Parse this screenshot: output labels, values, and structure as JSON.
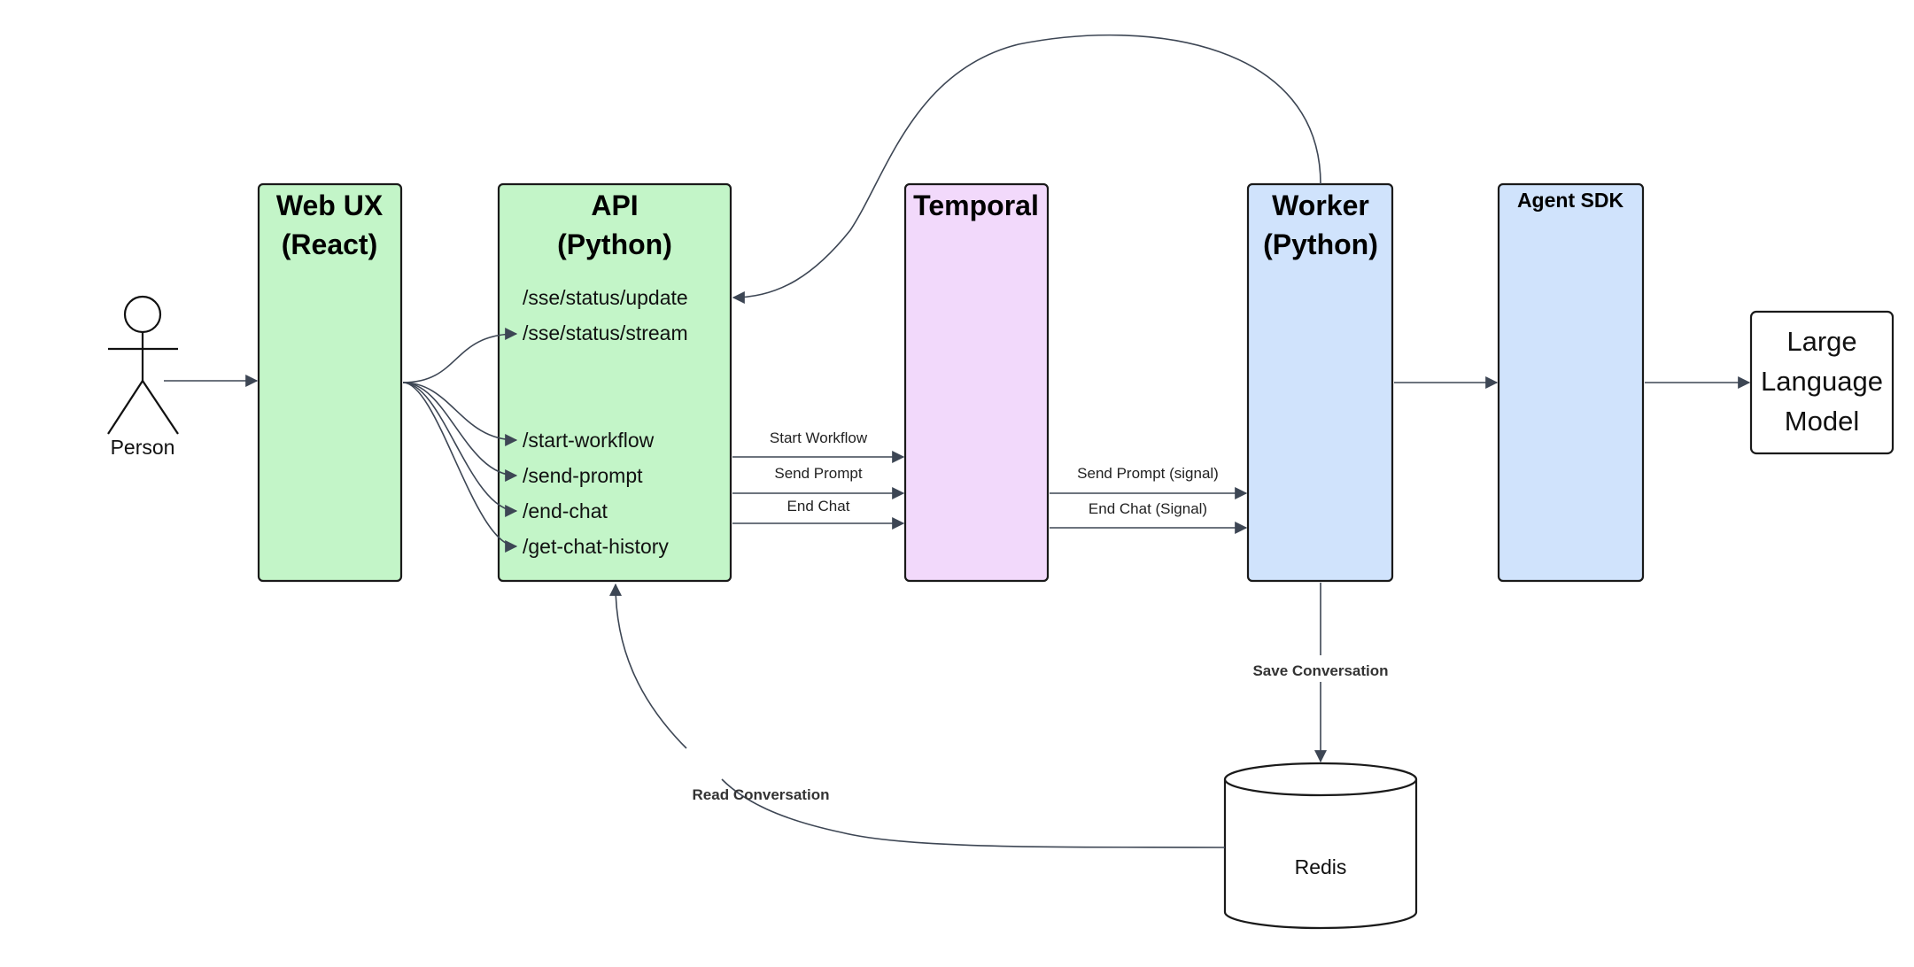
{
  "diagram": {
    "person": {
      "label": "Person"
    },
    "boxes": {
      "web_ux": {
        "title_line1": "Web UX",
        "title_line2": "(React)",
        "fill": "#c3f5c8"
      },
      "api": {
        "title_line1": "API",
        "title_line2": "(Python)",
        "fill": "#c3f5c8",
        "endpoints": [
          "/sse/status/update",
          "/sse/status/stream",
          "/start-workflow",
          "/send-prompt",
          "/end-chat",
          "/get-chat-history"
        ]
      },
      "temporal": {
        "title": "Temporal",
        "fill": "#f2d9fb"
      },
      "worker": {
        "title_line1": "Worker",
        "title_line2": "(Python)",
        "fill": "#d0e3fc"
      },
      "agent_sdk": {
        "title": "Agent SDK",
        "fill": "#d0e3fc"
      },
      "llm": {
        "line1": "Large",
        "line2": "Language",
        "line3": "Model",
        "fill": "#ffffff"
      }
    },
    "edge_labels": {
      "start_workflow": "Start Workflow",
      "send_prompt": "Send Prompt",
      "end_chat": "End Chat",
      "send_prompt_signal": "Send Prompt (signal)",
      "end_chat_signal": "End Chat (Signal)",
      "save_conversation": "Save Conversation",
      "read_conversation": "Read Conversation"
    },
    "database": {
      "label": "Redis"
    },
    "colors": {
      "line": "#3d4654",
      "border": "#1a1a1a"
    }
  }
}
